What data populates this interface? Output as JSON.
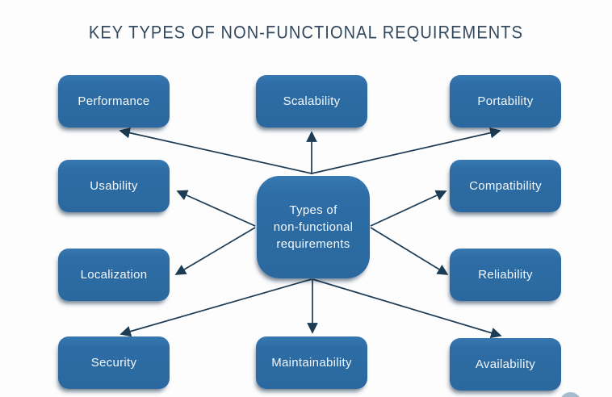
{
  "diagram": {
    "title": "KEY TYPES OF NON-FUNCTIONAL REQUIREMENTS",
    "type": "hub-and-spoke",
    "center_node": {
      "id": "center",
      "lines": [
        "Types of",
        "non-functional",
        "requirements"
      ]
    },
    "nodes": [
      {
        "id": "performance",
        "label": "Performance"
      },
      {
        "id": "scalability",
        "label": "Scalability"
      },
      {
        "id": "portability",
        "label": "Portability"
      },
      {
        "id": "usability",
        "label": "Usability"
      },
      {
        "id": "compatibility",
        "label": "Compatibility"
      },
      {
        "id": "localization",
        "label": "Localization"
      },
      {
        "id": "reliability",
        "label": "Reliability"
      },
      {
        "id": "security",
        "label": "Security"
      },
      {
        "id": "maintainability",
        "label": "Maintainability"
      },
      {
        "id": "availability",
        "label": "Availability"
      }
    ],
    "edges": [
      {
        "from": "center",
        "to": "performance"
      },
      {
        "from": "center",
        "to": "scalability"
      },
      {
        "from": "center",
        "to": "portability"
      },
      {
        "from": "center",
        "to": "usability"
      },
      {
        "from": "center",
        "to": "compatibility"
      },
      {
        "from": "center",
        "to": "localization"
      },
      {
        "from": "center",
        "to": "reliability"
      },
      {
        "from": "center",
        "to": "security"
      },
      {
        "from": "center",
        "to": "maintainability"
      },
      {
        "from": "center",
        "to": "availability"
      }
    ],
    "colors": {
      "node_fill": "#2d6ca4",
      "node_text": "#f3f8fb",
      "arrow": "#1c3b54",
      "title_text": "#33495e",
      "node_shadow": "#10304a",
      "background": "#fdfdfe",
      "watermark": "#5f87a3"
    }
  }
}
